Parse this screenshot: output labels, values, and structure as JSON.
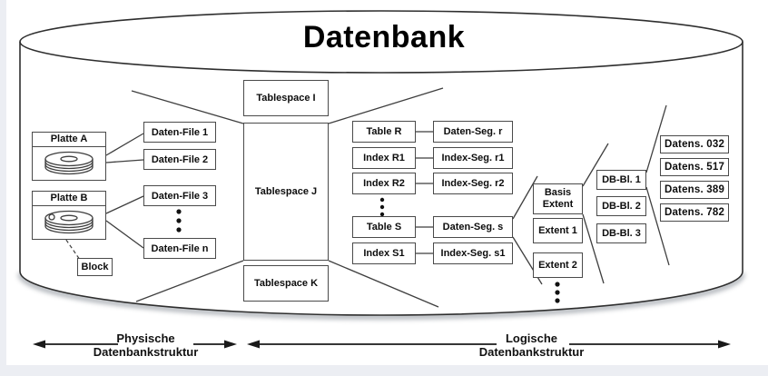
{
  "title": "Datenbank",
  "colors": {
    "line": "#3f3f3f",
    "box_border": "#4a4a4a",
    "arrow": "#1a1a1a",
    "background": "#ffffff",
    "page_margin": "#eceef3",
    "text": "#0d0d0d"
  },
  "physical_storage": {
    "disk_a_label": "Platte A",
    "disk_b_label": "Platte B",
    "block_label": "Block",
    "data_files": [
      "Daten-File 1",
      "Daten-File 2",
      "Daten-File 3",
      "Daten-File n"
    ]
  },
  "tablespaces": [
    "Tablespace I",
    "Tablespace J",
    "Tablespace K"
  ],
  "segments": {
    "tables": [
      "Table R",
      "Index R1",
      "Index R2",
      "Table S",
      "Index S1"
    ],
    "segs": [
      "Daten-Seg. r",
      "Index-Seg. r1",
      "Index-Seg. r2",
      "Daten-Seg. s",
      "Index-Seg. s1"
    ]
  },
  "extents": {
    "basis_line1": "Basis",
    "basis_line2": "Extent",
    "items": [
      "Extent 1",
      "Extent 2"
    ]
  },
  "db_blocks": [
    "DB-Bl. 1",
    "DB-Bl. 2",
    "DB-Bl. 3"
  ],
  "records": [
    "Datens. 032",
    "Datens. 517",
    "Datens. 389",
    "Datens. 782"
  ],
  "legend": {
    "physical_line1": "Physische",
    "physical_line2": "Datenbankstruktur",
    "logical_line1": "Logische",
    "logical_line2": "Datenbankstruktur"
  }
}
